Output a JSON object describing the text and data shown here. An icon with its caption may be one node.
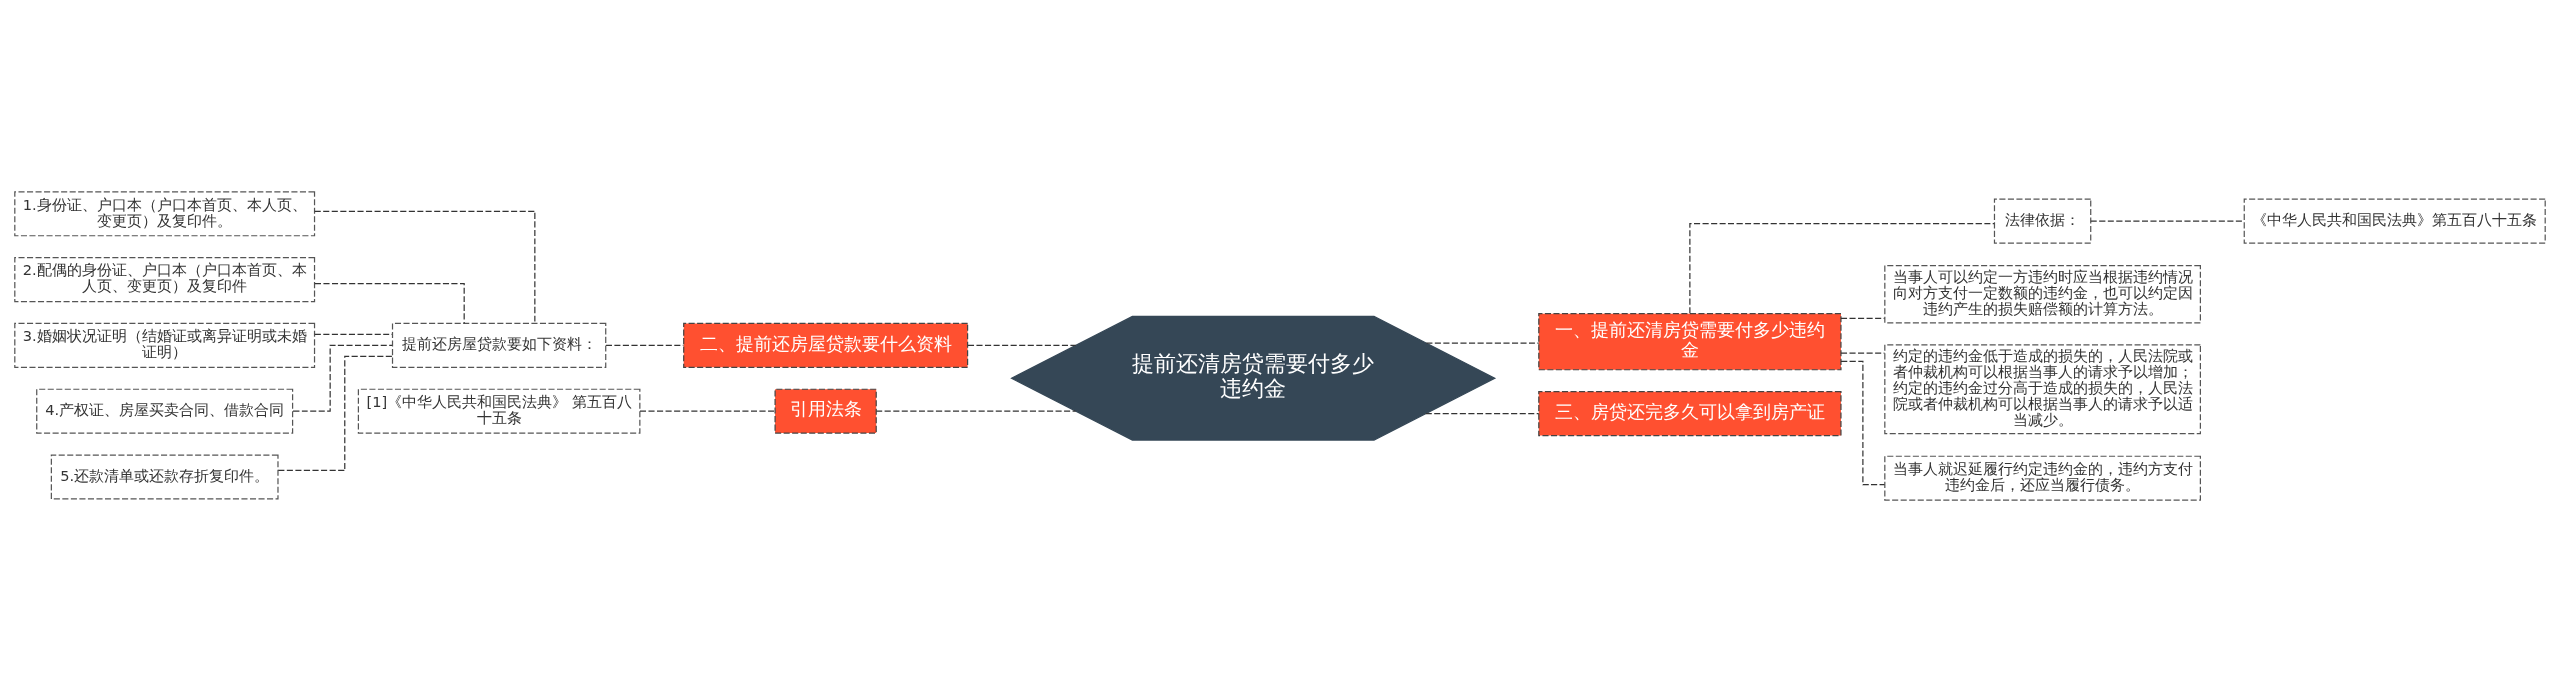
{
  "diagram": {
    "nodes": [
      {
        "text": [
          "提前还清房贷需要付多少违约金"
        ]
      },
      {
        "text": [
          "二、提前还房屋贷款要什么资料"
        ]
      },
      {
        "text": [
          "提前还房屋贷款要如下资料："
        ]
      },
      {
        "text": [
          "1.身份证、户口本（户口本首页、本人页、变更页）及复印件。"
        ]
      },
      {
        "text": [
          "2.配偶的身份证、户口本（户口本首页、本人页、变更页）及复印件"
        ]
      },
      {
        "text": [
          "3.婚姻状况证明（结婚证或离异证明或未婚证明）"
        ]
      },
      {
        "text": [
          "4.产权证、房屋买卖合同、借款合同"
        ]
      },
      {
        "text": [
          "5.还款清单或还款存折复印件。"
        ]
      },
      {
        "text": [
          "引用法条"
        ]
      },
      {
        "text": [
          "[1]《中华人民共和国民法典》 第五百八十五条"
        ]
      },
      {
        "text": [
          "一、提前还清房贷需要付多少违约金"
        ]
      },
      {
        "text": [
          "法律依据："
        ]
      },
      {
        "text": [
          "《中华人民共和国民法典》第五百八十五条"
        ]
      },
      {
        "text": [
          "当事人可以约定一方违约时应当根据违约情况向对方支付一定数额的违约金，也可以约定因违约产生的损失赔偿额的计算方法。"
        ]
      },
      {
        "text": [
          "约定的违约金低于造成的损失的，人民法院或者仲裁机构可以根据当事人的请求予以增加；约定的违约金过分高于造成的损失的，人民法院或者仲裁机构可以根据当事人的请求予以适当减少。"
        ]
      },
      {
        "text": [
          "当事人就迟延履行约定违约金的，违约方支付违约金后，还应当履行债务。"
        ]
      },
      {
        "text": [
          "三、房贷还完多久可以拿到房产证"
        ]
      }
    ],
    "edges": [
      {
        "from": 0,
        "to": 1,
        "arrow": "none",
        "style": "dashed"
      },
      {
        "from": 1,
        "to": 2,
        "arrow": "none",
        "style": "dashed"
      },
      {
        "from": 2,
        "to": 3,
        "arrow": "none",
        "style": "dashed"
      },
      {
        "from": 2,
        "to": 4,
        "arrow": "none",
        "style": "dashed"
      },
      {
        "from": 2,
        "to": 5,
        "arrow": "none",
        "style": "dashed"
      },
      {
        "from": 2,
        "to": 6,
        "arrow": "none",
        "style": "dashed"
      },
      {
        "from": 2,
        "to": 7,
        "arrow": "none",
        "style": "dashed"
      },
      {
        "from": 0,
        "to": 8,
        "arrow": "none",
        "style": "dashed"
      },
      {
        "from": 8,
        "to": 9,
        "arrow": "none",
        "style": "dashed"
      },
      {
        "from": 0,
        "to": 10,
        "arrow": "none",
        "style": "dashed"
      },
      {
        "from": 10,
        "to": 11,
        "arrow": "none",
        "style": "dashed"
      },
      {
        "from": 11,
        "to": 12,
        "arrow": "none",
        "style": "dashed"
      },
      {
        "from": 10,
        "to": 13,
        "arrow": "none",
        "style": "dashed"
      },
      {
        "from": 10,
        "to": 14,
        "arrow": "none",
        "style": "dashed"
      },
      {
        "from": 10,
        "to": 15,
        "arrow": "none",
        "style": "dashed"
      },
      {
        "from": 0,
        "to": 16,
        "arrow": "none",
        "style": "dashed"
      }
    ]
  }
}
